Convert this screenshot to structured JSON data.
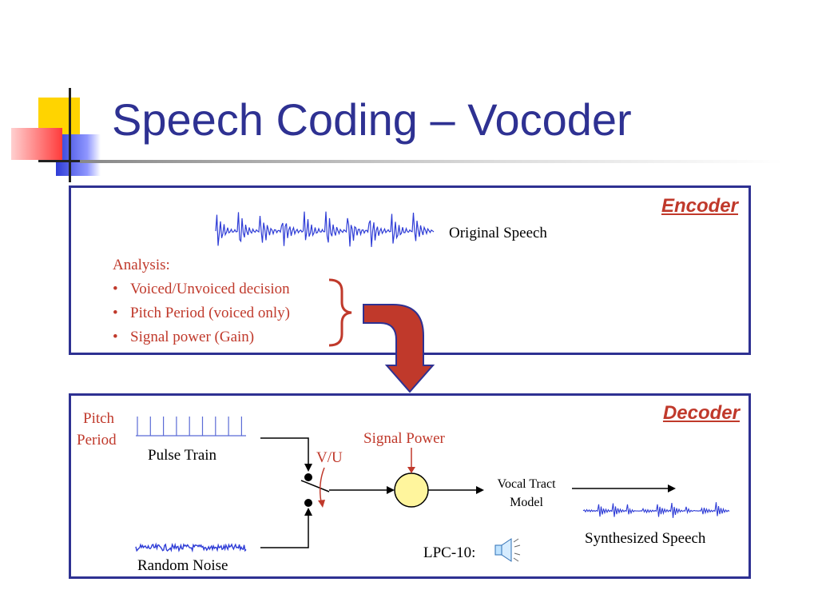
{
  "slide": {
    "title": "Speech Coding – Vocoder"
  },
  "encoder": {
    "label": "Encoder",
    "waveform_label": "Original Speech",
    "analysis_heading": "Analysis:",
    "analysis_items": [
      "Voiced/Unvoiced decision",
      "Pitch Period (voiced only)",
      "Signal power (Gain)"
    ]
  },
  "decoder": {
    "label": "Decoder",
    "pitch_label_line1": "Pitch",
    "pitch_label_line2": "Period",
    "pulse_train_label": "Pulse Train",
    "random_noise_label": "Random Noise",
    "vu_label": "V/U",
    "signal_power_label": "Signal Power",
    "vocal_tract_line1": "Vocal Tract",
    "vocal_tract_line2": "Model",
    "synth_label": "Synthesized Speech",
    "lpc_label": "LPC-10:",
    "speaker_icon": "speaker-icon"
  },
  "colors": {
    "title": "#2e3192",
    "accent_red": "#c0392b",
    "waveform_blue": "#2e3cd6",
    "gain_fill": "#fff59d",
    "logo_yellow": "#ffd400",
    "logo_red": "#ff3b3b",
    "logo_blue": "#2e3cd6"
  }
}
